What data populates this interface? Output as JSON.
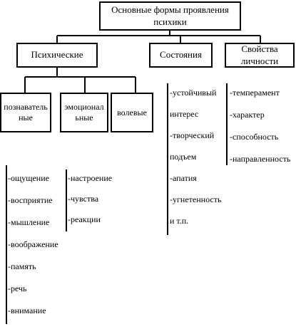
{
  "diagram": {
    "root": "Основные формы проявления психики",
    "level1": {
      "mental": "Психические",
      "states": "Состояния",
      "traits": "Свойства личности"
    },
    "level2": {
      "cognitive": "познаватель ные",
      "emotional": "эмоционал ьные",
      "volitional": "волевые"
    },
    "lists": {
      "cognitive": [
        "-ощущение",
        "-восприятие",
        "-мышление",
        "-воображение",
        "-память",
        "-речь",
        "-внимание"
      ],
      "emotional": [
        "-настроение",
        "-чувства",
        "-реакции"
      ],
      "states": [
        "-устойчивый",
        "интерес",
        "-творческий",
        "подъем",
        "-апатия",
        "-угнетенность",
        "и т.п."
      ],
      "traits": [
        "-темперамент",
        "-характер",
        "-способность",
        "-направленность"
      ]
    }
  }
}
